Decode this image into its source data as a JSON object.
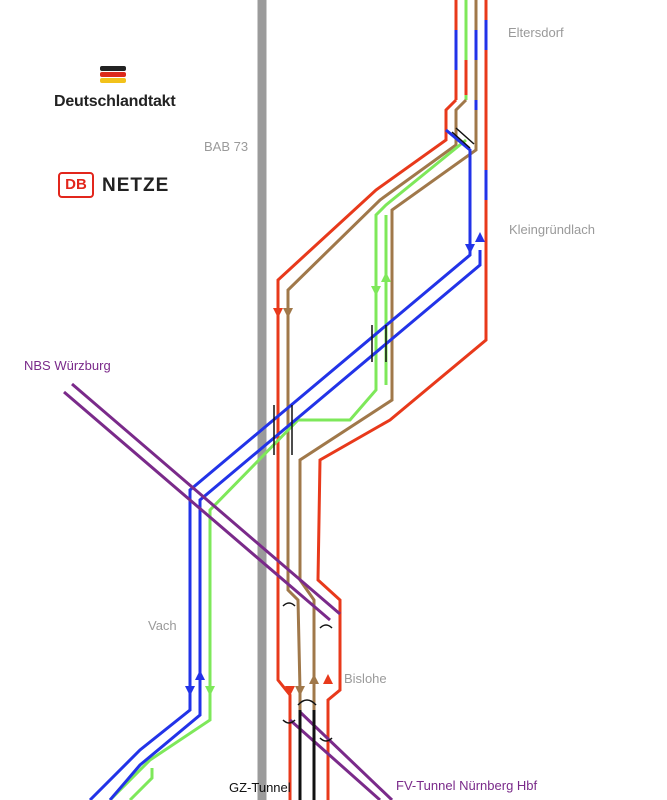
{
  "branding": {
    "deutschlandtakt": "Deutschlandtakt",
    "db_logo": "DB",
    "db_netze": "NETZE"
  },
  "labels": {
    "eltersdorf": "Eltersdorf",
    "bab73": "BAB 73",
    "kleingruendlach": "Kleingründlach",
    "nbs_wuerzburg": "NBS Würzburg",
    "vach": "Vach",
    "bislohe": "Bislohe",
    "gz_tunnel": "GZ-Tunnel",
    "fv_tunnel": "FV-Tunnel Nürnberg Hbf"
  },
  "colors": {
    "red": "#e8391b",
    "brown": "#a0784a",
    "green": "#7ee85a",
    "blue": "#2233e8",
    "purple": "#7a2a8a",
    "highway": "#9b9b9b",
    "black": "#111111"
  }
}
